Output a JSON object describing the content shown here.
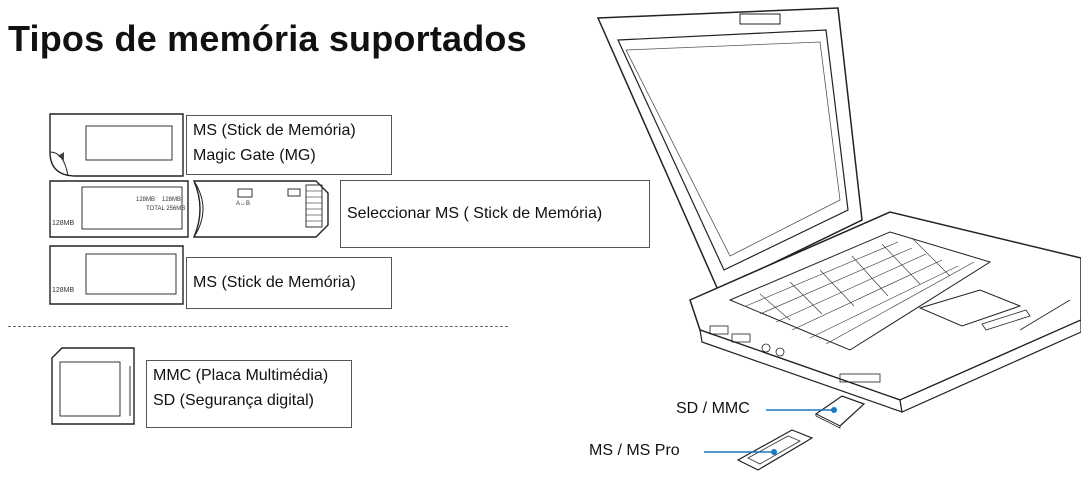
{
  "title": "Tipos de memória suportados",
  "cards": {
    "ms_mg": {
      "line1": "MS (Stick de Memória)",
      "line2": "Magic Gate (MG)"
    },
    "ms_select": {
      "label": "Seleccionar MS ( Stick de Memória)",
      "card_text_a": "128MB",
      "card_text_b": "128MB",
      "card_total": "TOTAL 256MB",
      "card_side": "128MB",
      "switch_label": "A↔B"
    },
    "ms": {
      "label": "MS (Stick de Memória)",
      "card_side": "128MB"
    },
    "mmc_sd": {
      "line1": "MMC (Placa Multimédia)",
      "line2": "SD (Segurança digital)"
    }
  },
  "callouts": {
    "sd_mmc": "SD / MMC",
    "ms_pro": "MS / MS Pro"
  },
  "colors": {
    "callout_line": "#1a78c2",
    "outline": "#222222"
  }
}
